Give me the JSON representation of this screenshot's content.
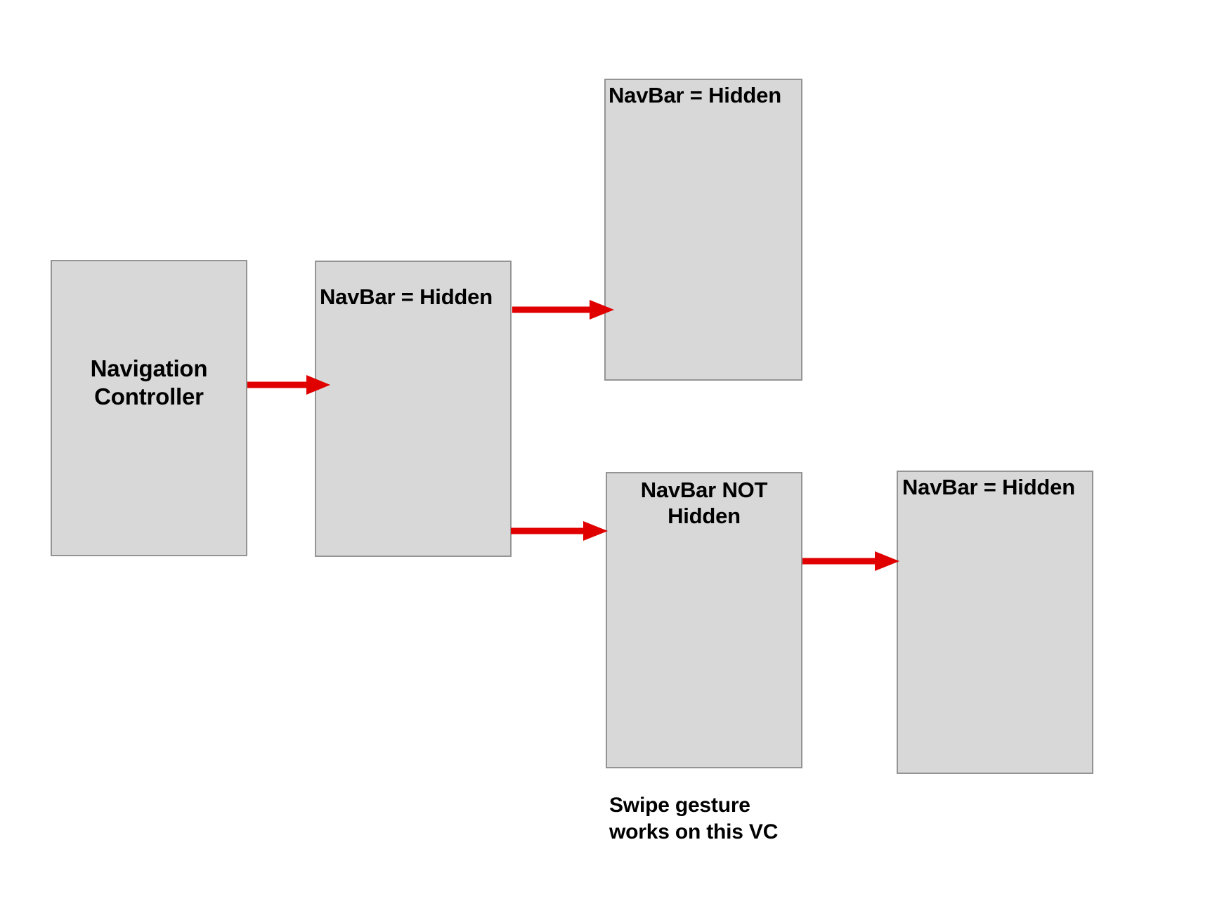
{
  "diagram": {
    "title": "UINavigationController navigation bar visibility flow",
    "background_color": "#ffffff",
    "box_fill_color": "#d8d8d8",
    "box_border_color": "#949494",
    "arrow_color": "#e00000",
    "text_color": "#000000",
    "boxes": [
      {
        "id": "navigation-controller",
        "label": "Navigation\nController",
        "label_position": "center"
      },
      {
        "id": "root-view-controller",
        "label": "NavBar = Hidden",
        "label_position": "top-left"
      },
      {
        "id": "pushed-vc-hidden-top",
        "label": "NavBar = Hidden",
        "label_position": "top-left"
      },
      {
        "id": "pushed-vc-not-hidden",
        "label": "NavBar NOT\nHidden",
        "label_position": "top-center"
      },
      {
        "id": "pushed-vc-hidden-right",
        "label": "NavBar = Hidden",
        "label_position": "top-left"
      }
    ],
    "arrows": [
      {
        "id": "arrow-controller-to-root",
        "from": "navigation-controller",
        "to": "root-view-controller"
      },
      {
        "id": "arrow-root-to-hidden-top",
        "from": "root-view-controller",
        "to": "pushed-vc-hidden-top"
      },
      {
        "id": "arrow-root-to-not-hidden",
        "from": "root-view-controller",
        "to": "pushed-vc-not-hidden"
      },
      {
        "id": "arrow-not-hidden-to-hidden-right",
        "from": "pushed-vc-not-hidden",
        "to": "pushed-vc-hidden-right"
      }
    ],
    "captions": [
      {
        "id": "swipe-gesture-note",
        "text": "Swipe gesture\nworks on this VC"
      }
    ]
  }
}
